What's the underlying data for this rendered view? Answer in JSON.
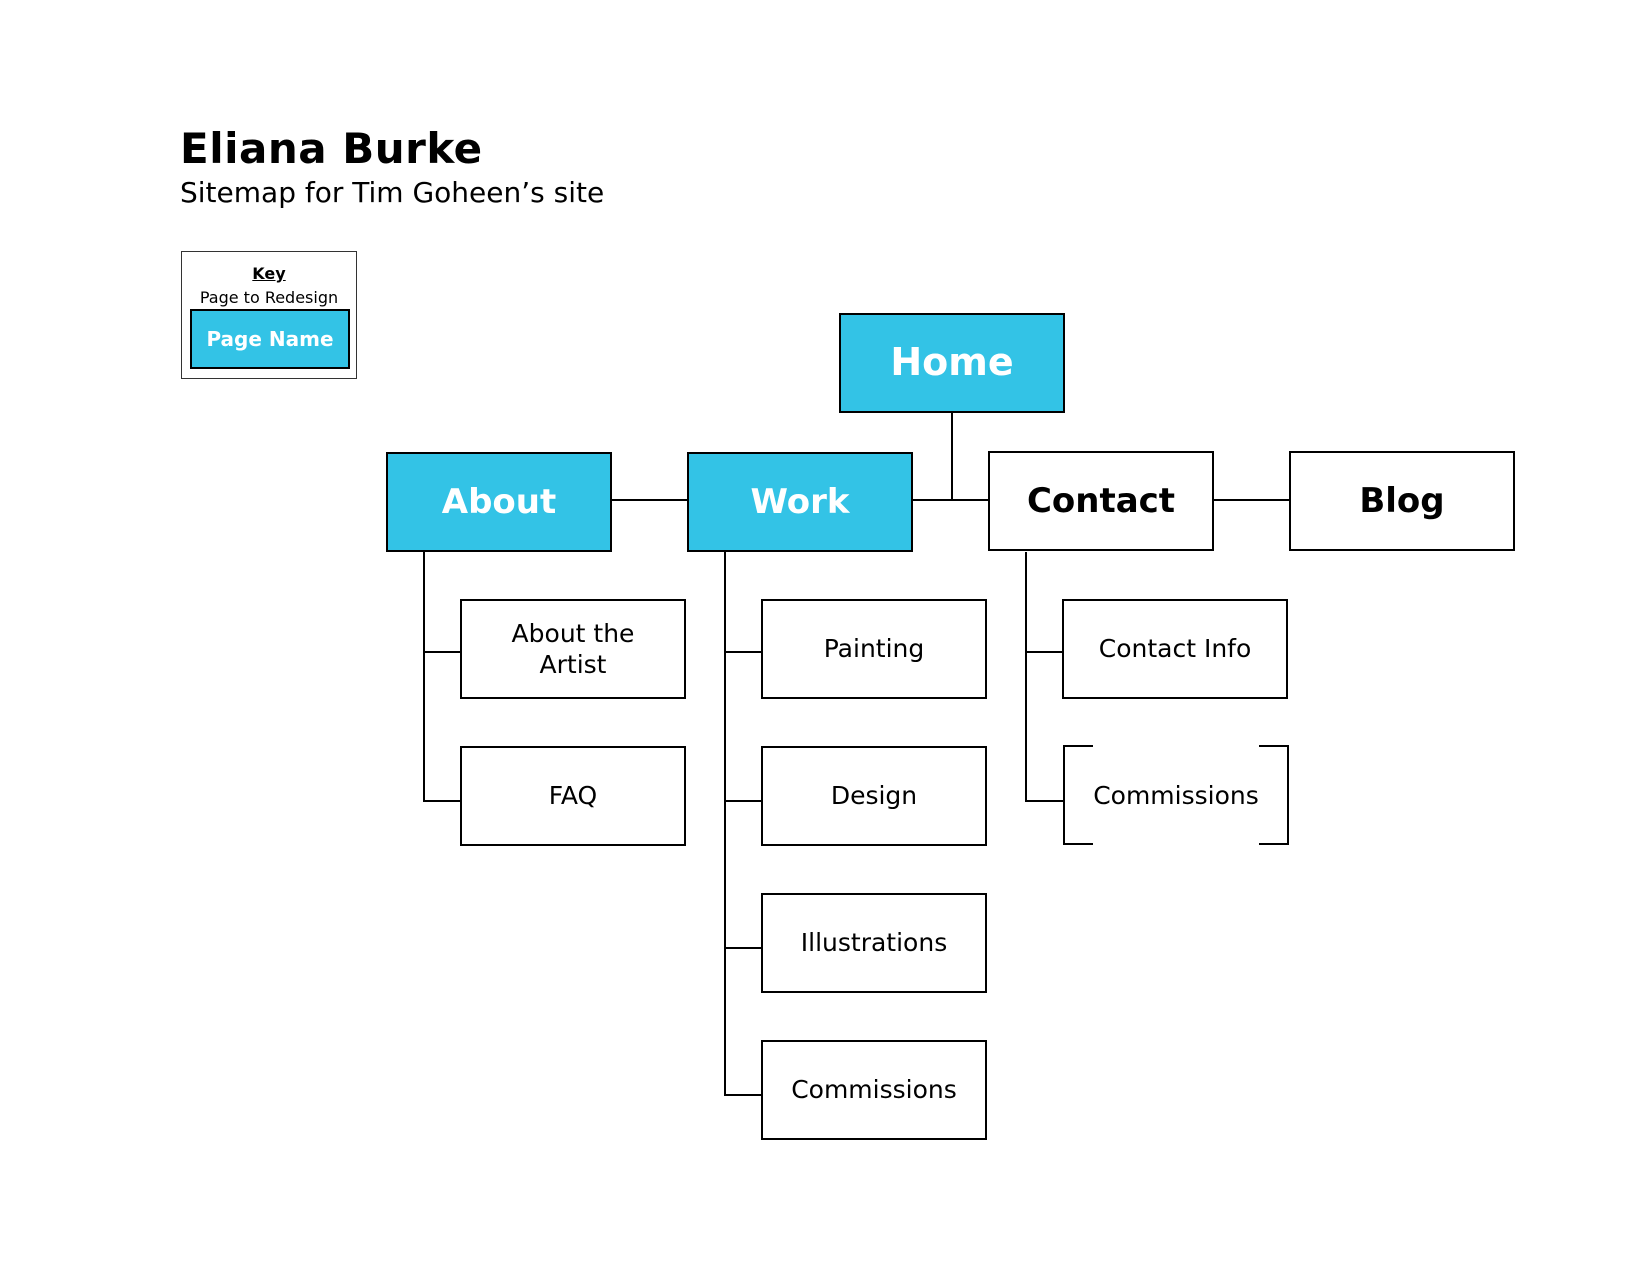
{
  "header": {
    "title": "Eliana Burke",
    "subtitle": "Sitemap for Tim Goheen’s site"
  },
  "key": {
    "title": "Key",
    "description": "Page to Redesign",
    "sample_label": "Page Name"
  },
  "colors": {
    "highlight": "#33c3e6",
    "border": "#000000",
    "background": "#ffffff"
  },
  "sitemap": {
    "home": {
      "label": "Home",
      "redesign": true
    },
    "sections": [
      {
        "label": "About",
        "redesign": true,
        "children": [
          {
            "label": "About the Artist"
          },
          {
            "label": "FAQ"
          }
        ]
      },
      {
        "label": "Work",
        "redesign": true,
        "children": [
          {
            "label": "Painting"
          },
          {
            "label": "Design"
          },
          {
            "label": "Illustrations"
          },
          {
            "label": "Commissions"
          }
        ]
      },
      {
        "label": "Contact",
        "redesign": false,
        "children": [
          {
            "label": "Contact Info"
          },
          {
            "label": "Commissions",
            "style": "bracketed"
          }
        ]
      },
      {
        "label": "Blog",
        "redesign": false,
        "children": []
      }
    ]
  }
}
